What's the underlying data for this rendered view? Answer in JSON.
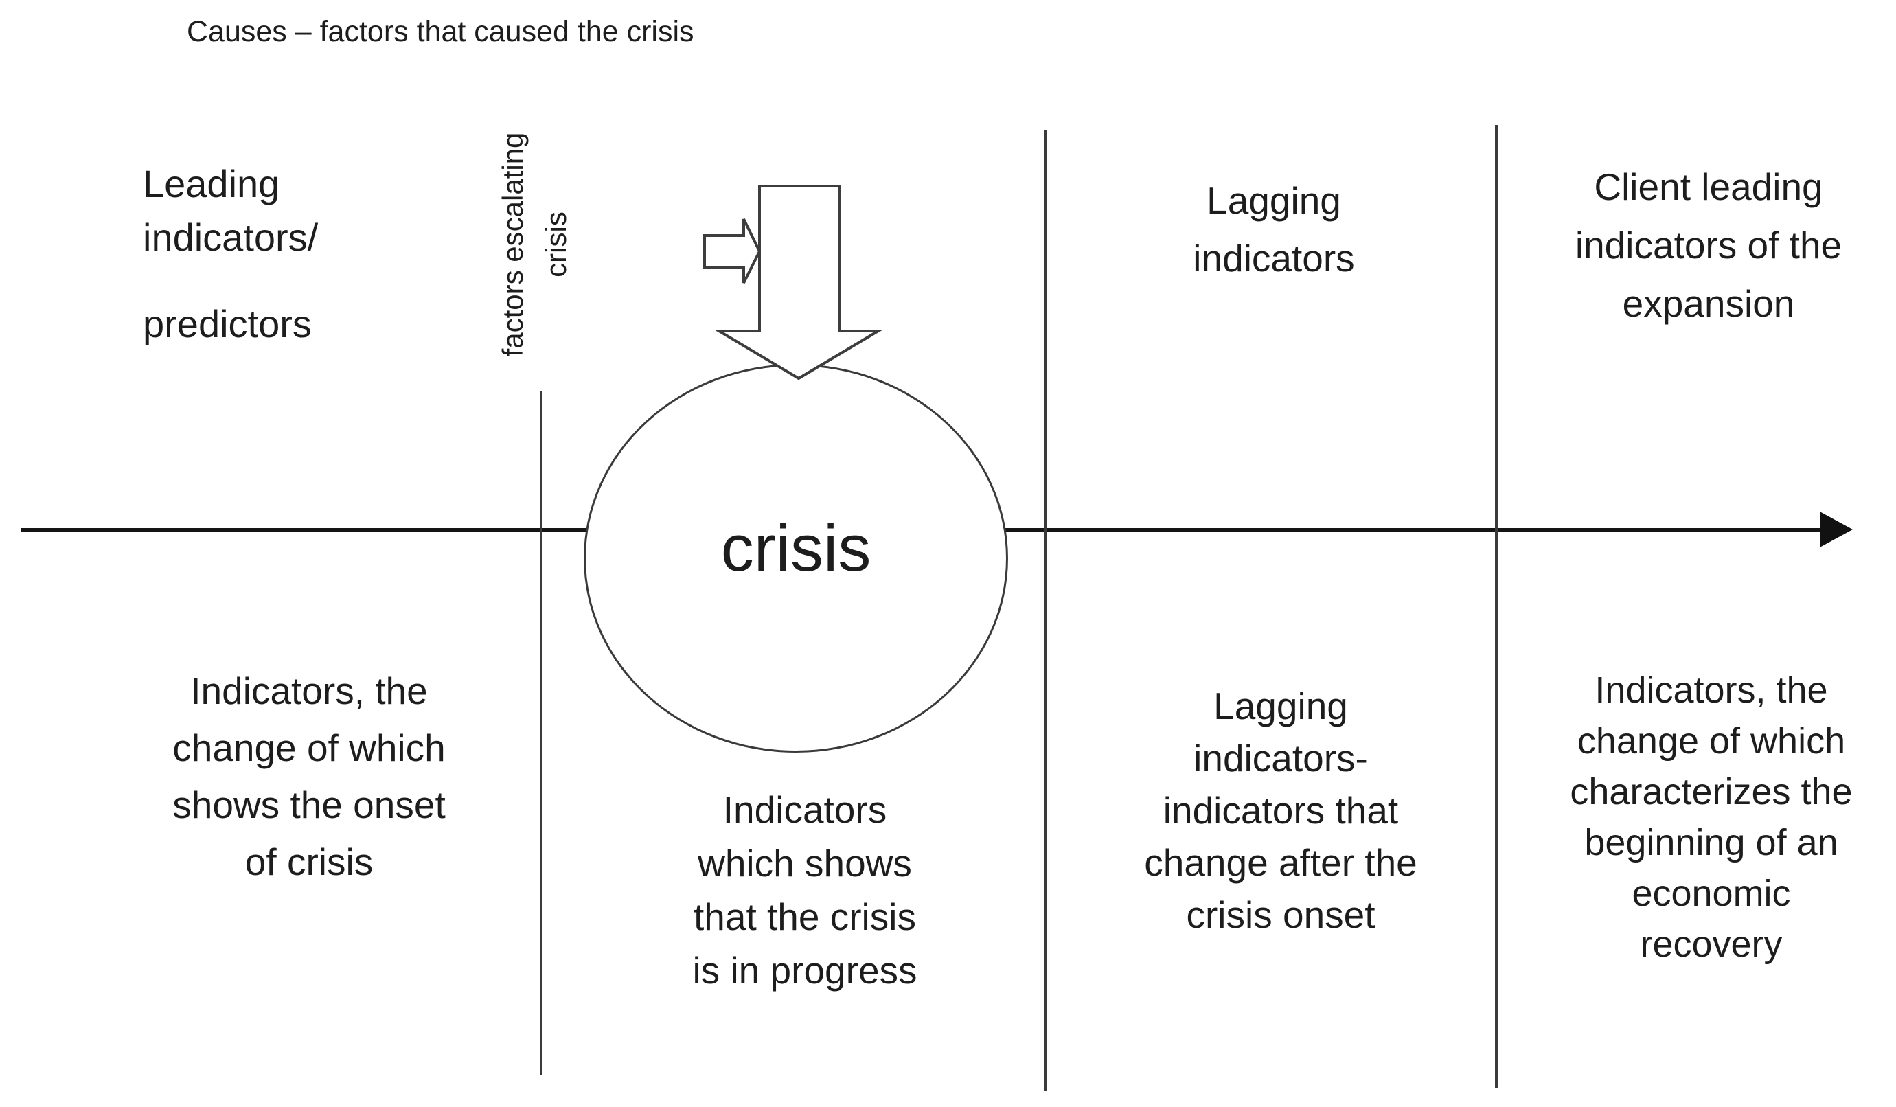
{
  "title": "Causes – factors that caused the crisis",
  "center": {
    "circle_label": "crisis",
    "escalating_label": "factors escalating\ncrisis"
  },
  "phases": {
    "leading": {
      "top_label": "Leading\nindicators/",
      "top_label_2": "predictors",
      "bottom_label": "Indicators, the\nchange of which\nshows the onset\nof crisis"
    },
    "crisis": {
      "bottom_label": "Indicators\nwhich shows\nthat the crisis\nis in progress"
    },
    "lagging": {
      "top_label": "Lagging\nindicators",
      "bottom_label": "Lagging\nindicators-\nindicators that\nchange after the\ncrisis onset"
    },
    "client_leading": {
      "top_label": "Client leading\nindicators of the\nexpansion",
      "bottom_label": "Indicators, the\nchange of which\ncharacterizes the\nbeginning of an\neconomic\nrecovery"
    }
  },
  "colors": {
    "ink": "#1d1d1d",
    "divider_line": "#3a3a3a",
    "axis": "#151515",
    "shape_outline": "#3d3d3d",
    "background": "#ffffff"
  }
}
